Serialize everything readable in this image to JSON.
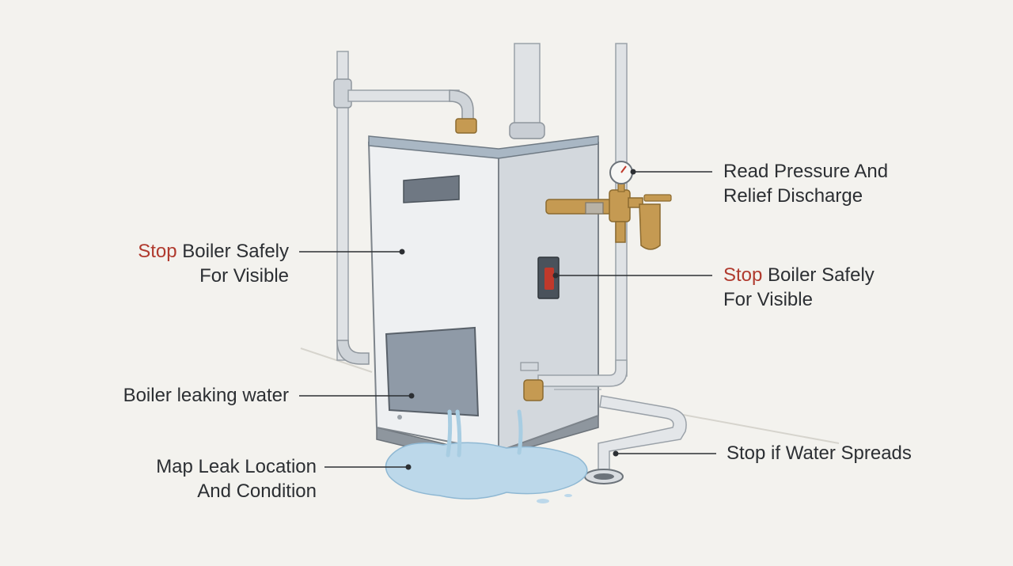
{
  "colors": {
    "background": "#f3f2ee",
    "text": "#2c2f33",
    "accent": "#b03a2e",
    "leader": "#2c2f33",
    "cabinet": "#e6e9ec",
    "cabinet_shade": "#c9ced4",
    "pipe": "#d9dde1",
    "brass": "#c59a52",
    "water": "#bcd8ea"
  },
  "callouts": {
    "pressure": {
      "line1": "Read Pressure And",
      "line2": "Relief Discharge"
    },
    "stop_left": {
      "accent": "Stop",
      "rest": " Boiler Safely",
      "line2": "For Visible"
    },
    "stop_right": {
      "accent": "Stop",
      "rest": " Boiler Safely",
      "line2": "For Visible"
    },
    "leaking": {
      "line1": "Boiler leaking water"
    },
    "map_leak": {
      "line1": "Map Leak Location",
      "line2": "And Condition"
    },
    "spreads": {
      "line1": "Stop if Water Spreads"
    }
  },
  "icons": {
    "gauge": "pressure-gauge-icon",
    "switch": "emergency-switch-icon",
    "valve": "relief-valve-icon",
    "drain": "floor-drain-icon"
  }
}
